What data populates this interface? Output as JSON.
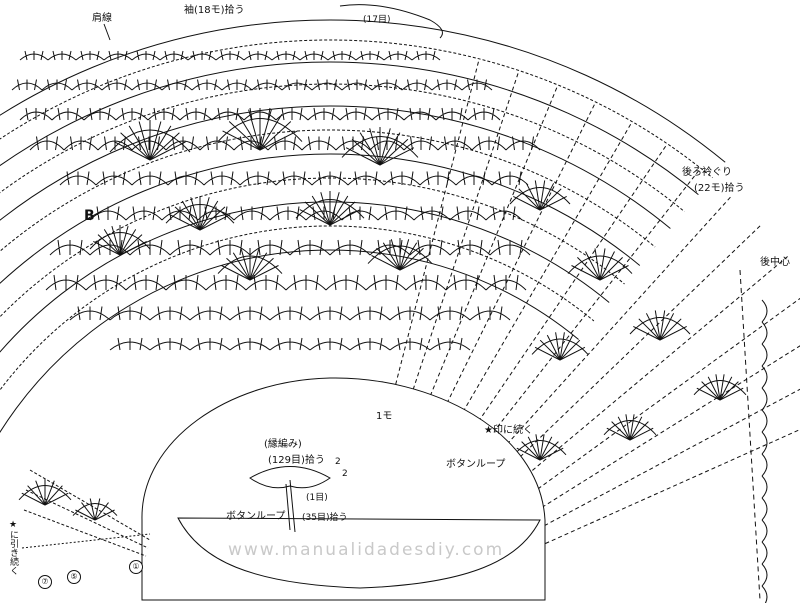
{
  "labels": {
    "shoulder_line": "肩線",
    "sleeve_pickup": "袖(18モ)拾う",
    "row17": "(17目)",
    "back_neck_pickup": "後ろ衿ぐり",
    "back_neck_count": "(22モ)拾う",
    "back_center": "後中心",
    "motif_b": "B",
    "one_motif": "1モ",
    "continue_mark": "★印に続く",
    "button_loop": "ボタンループ",
    "edging_title": "(縁編み)",
    "edging_129": "(129目)拾う",
    "edging_2": "2",
    "edging_2b": "2",
    "edging_row1": "(1目)",
    "edging_button_loop": "ボタンループ",
    "edging_35": "(35目)拾う",
    "star_continue": "★に引き続く",
    "watermark": "www.manualidadesdiy.com"
  },
  "row_markers": [
    "⑦",
    "⑤",
    "①"
  ],
  "colors": {
    "ink": "#111111",
    "paper": "#ffffff",
    "watermark": "#c9c9c9"
  }
}
